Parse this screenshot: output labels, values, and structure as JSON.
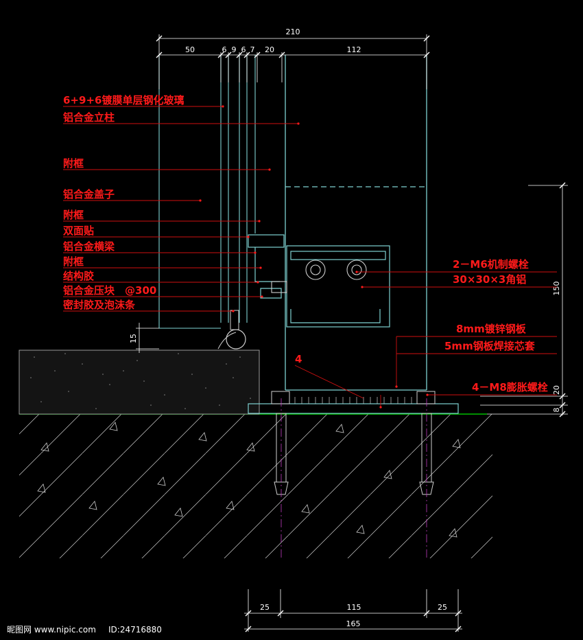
{
  "dimensions": {
    "top_total": "210",
    "top_parts": [
      "50",
      "6",
      "9",
      "6",
      "7",
      "20",
      "112"
    ],
    "right_height": "150",
    "right_parts": [
      "20",
      "8"
    ],
    "left_gap": "15",
    "bottom_parts": [
      "25",
      "115",
      "25"
    ],
    "bottom_total": "165",
    "weld_mark": "4"
  },
  "labels": {
    "glass": "6+9+6镀膜单层钢化玻璃",
    "mullion": "铝合金立柱",
    "sub_frame_1": "附框",
    "cover": "铝合金盖子",
    "sub_frame_2": "附框",
    "double_tape": "双面贴",
    "transom": "铝合金横梁",
    "sub_frame_3": "附框",
    "structural_glue": "结构胶",
    "pressure_block": "铝合金压块　@300",
    "sealant": "密封胶及泡沫条",
    "bolt_m6": "2－M6机制螺栓",
    "angle_al": "30×30×3角铝",
    "steel_plate": "8mm镀锌钢板",
    "sleeve": "5mm钢板焊接芯套",
    "anchor_m8": "4－M8膨胀螺栓"
  },
  "watermark": {
    "site": "昵图网 www.nipic.com",
    "id_text": "ID:24716880",
    "id_prefix": "ID:",
    "id_value": "24716880"
  },
  "colors": {
    "background": "#000000",
    "outline": "#7fd3d3",
    "dimension": "#ffffff",
    "label": "#ff1a1a",
    "ground": "#00c000",
    "leader": "#d01010"
  }
}
